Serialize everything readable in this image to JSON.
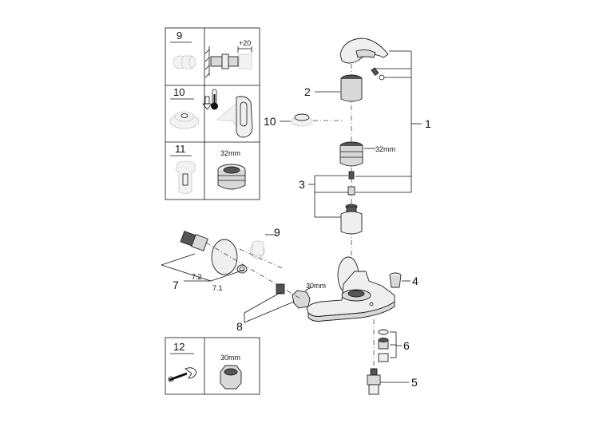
{
  "panels": {
    "top": {
      "rows": [
        {
          "number": "9",
          "dimension": "+20"
        },
        {
          "number": "10"
        },
        {
          "number": "11",
          "size": "32mm"
        }
      ]
    },
    "bottom": {
      "number": "12",
      "size": "30mm"
    }
  },
  "callouts": {
    "p1": "1",
    "p2": "2",
    "p3": "3",
    "p4": "4",
    "p5": "5",
    "p6": "6",
    "p7": "7",
    "p7_1": "7.1",
    "p7_2": "7.2",
    "p8": "8",
    "p9": "9",
    "p10": "10",
    "cartridge_size": "32mm",
    "nut_size": "30mm"
  },
  "icons": [
    "wrench-icon",
    "thermometer-icon",
    "hatch-wall-icon"
  ]
}
